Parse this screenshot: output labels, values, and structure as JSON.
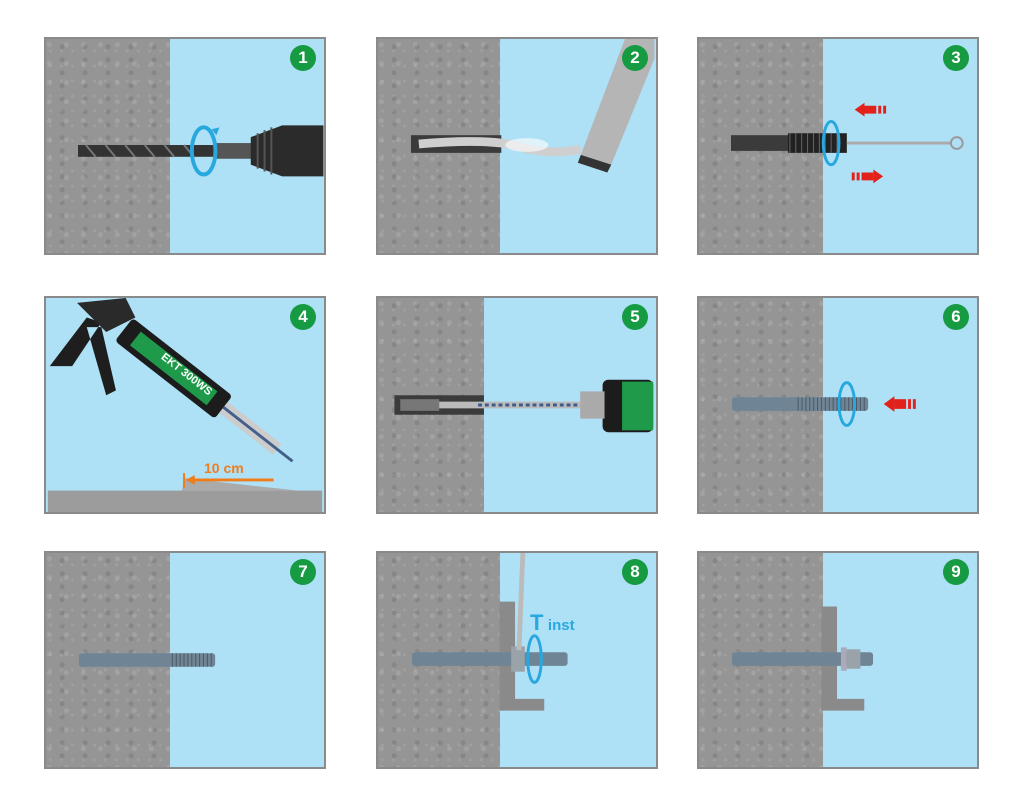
{
  "steps": [
    {
      "number": "1",
      "action": "drill"
    },
    {
      "number": "2",
      "action": "blow-out"
    },
    {
      "number": "3",
      "action": "brush"
    },
    {
      "number": "4",
      "action": "discard-first-10cm",
      "label": "10 cm",
      "cartridge_label": "EKT 300WS"
    },
    {
      "number": "5",
      "action": "inject"
    },
    {
      "number": "6",
      "action": "insert-rod"
    },
    {
      "number": "7",
      "action": "cure"
    },
    {
      "number": "8",
      "action": "torque",
      "label_main": "T",
      "label_sub": "inst"
    },
    {
      "number": "9",
      "action": "done"
    }
  ],
  "colors": {
    "badge": "#169a42",
    "arrow_red": "#e3211b",
    "rotation_blue": "#29a8e0",
    "measure_orange": "#f07c1a",
    "background": "#aee0f6"
  }
}
